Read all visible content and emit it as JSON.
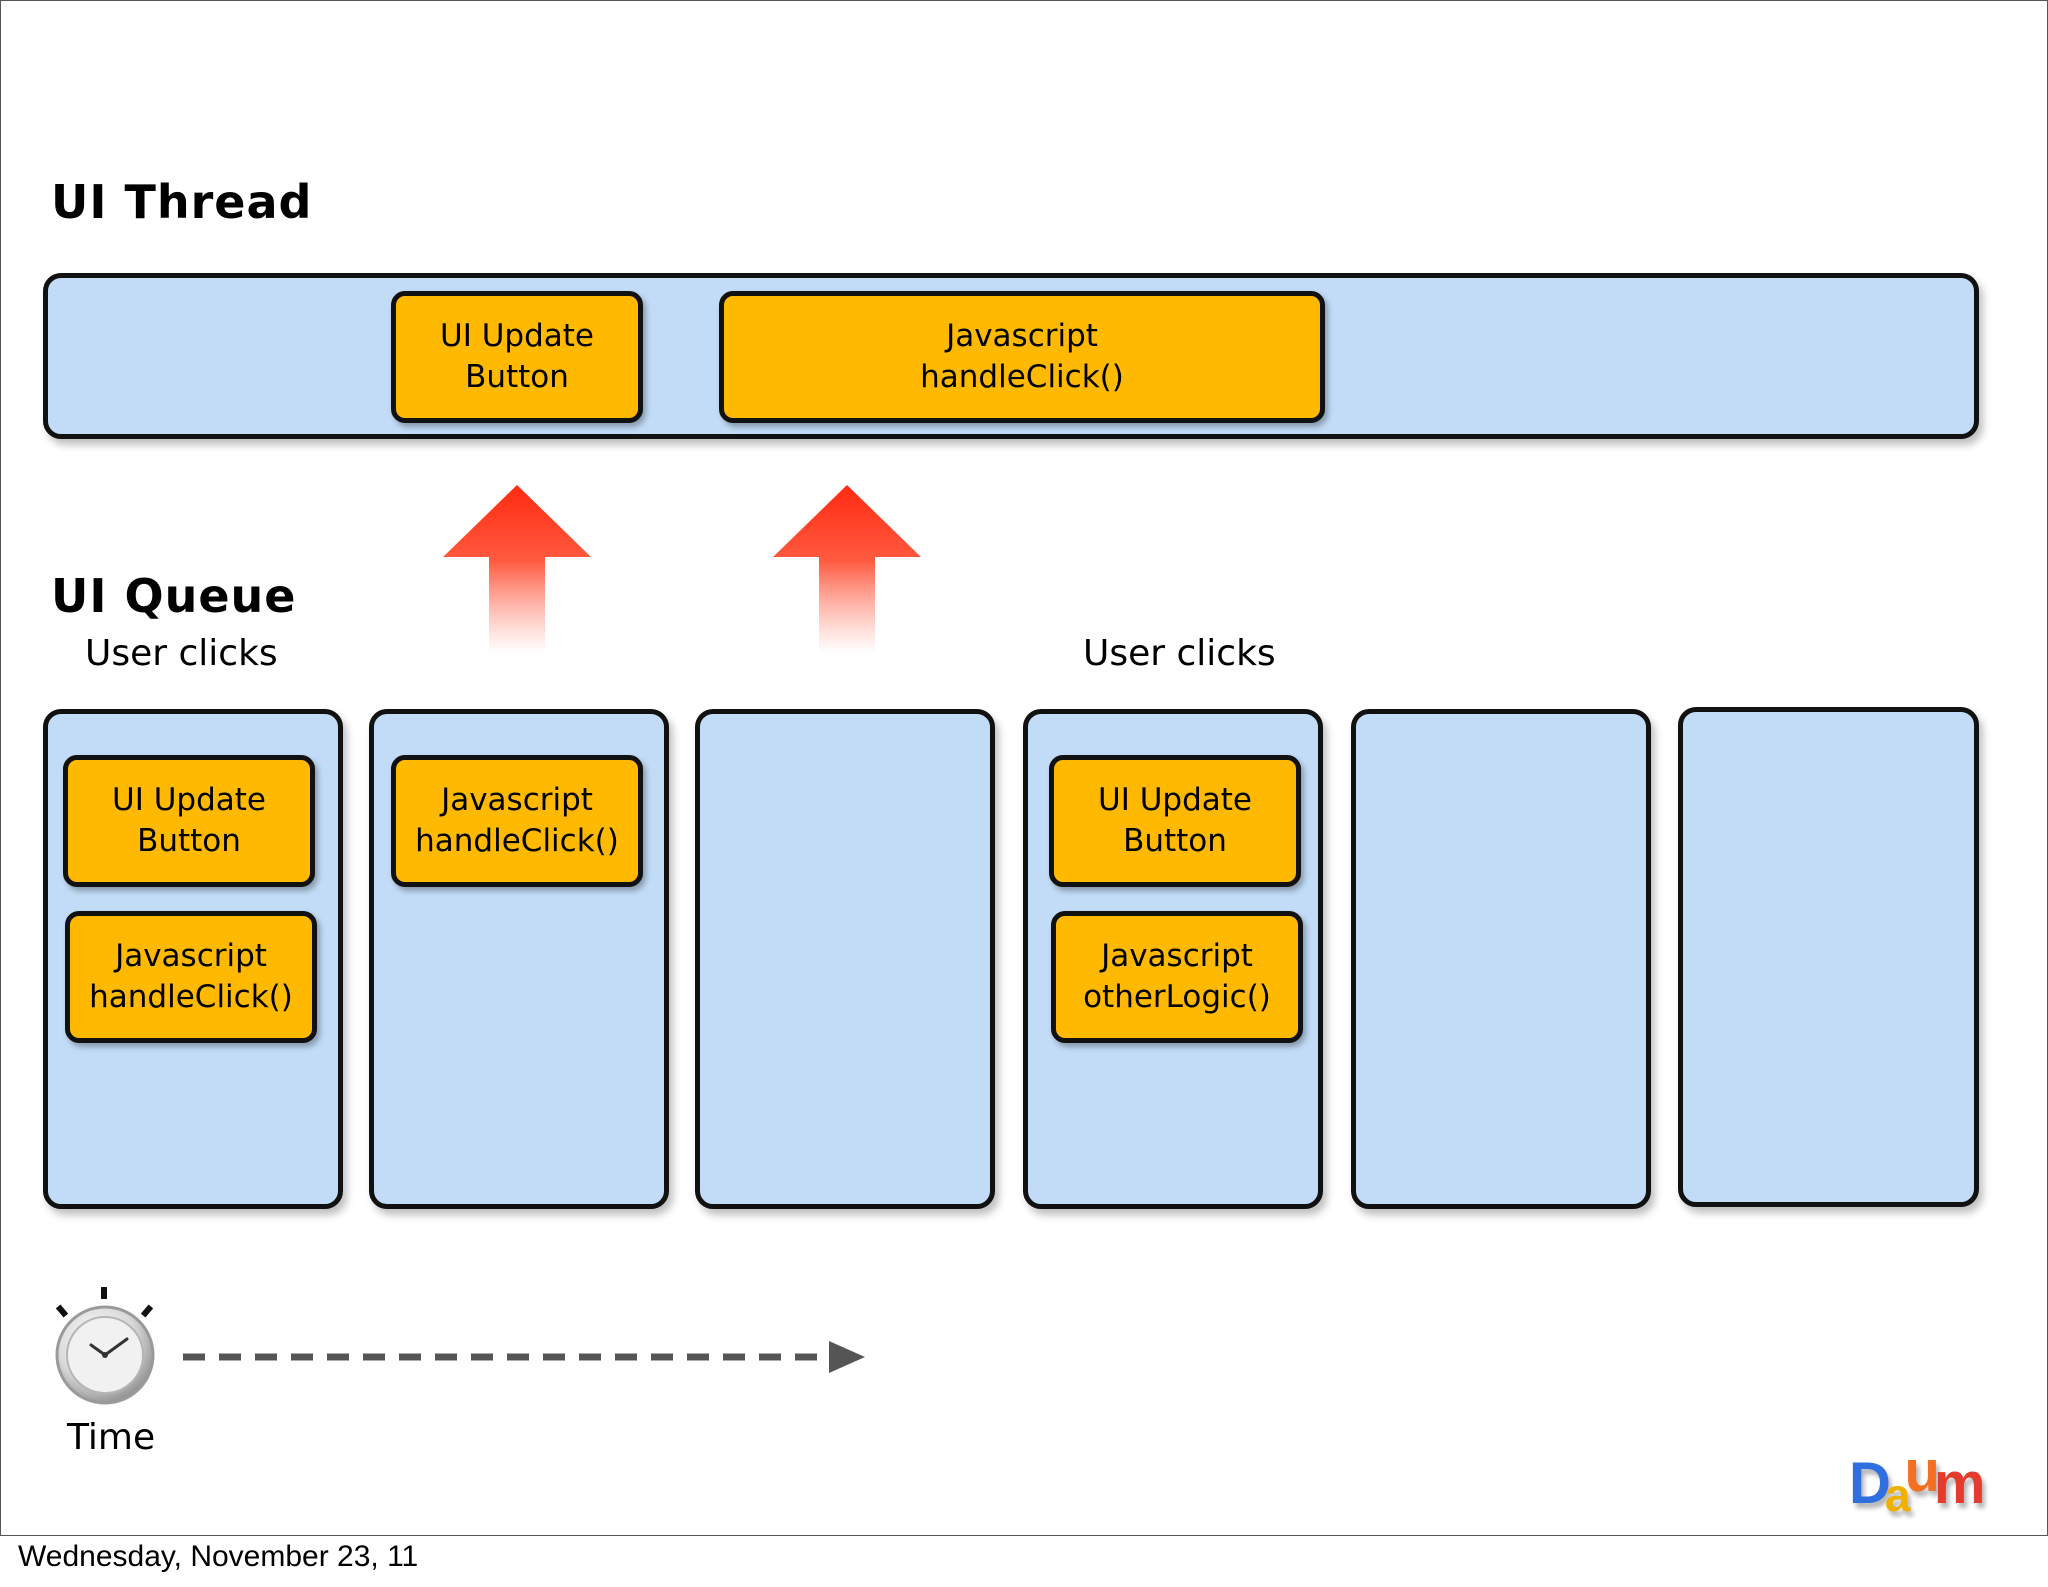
{
  "ui_thread": {
    "heading": "UI Thread",
    "tasks": [
      {
        "line1": "UI Update",
        "line2": "Button"
      },
      {
        "line1": "Javascript",
        "line2": "handleClick()"
      }
    ]
  },
  "ui_queue": {
    "heading": "UI Queue",
    "user_clicks_labels": [
      "User clicks",
      "User clicks"
    ],
    "columns": [
      {
        "tasks": [
          {
            "line1": "UI Update",
            "line2": "Button"
          },
          {
            "line1": "Javascript",
            "line2": "handleClick()"
          }
        ]
      },
      {
        "tasks": [
          {
            "line1": "Javascript",
            "line2": "handleClick()"
          }
        ]
      },
      {
        "tasks": []
      },
      {
        "tasks": [
          {
            "line1": "UI Update",
            "line2": "Button"
          },
          {
            "line1": "Javascript",
            "line2": "otherLogic()"
          }
        ]
      },
      {
        "tasks": []
      },
      {
        "tasks": []
      }
    ]
  },
  "time": {
    "label": "Time"
  },
  "colors": {
    "lane": "#c2dcf7",
    "task": "#ffb900",
    "arrow": "#ff2a10"
  },
  "icons": {
    "clock": "stopwatch-icon",
    "time_arrow": "dashed-arrow-icon",
    "promote_arrow": "up-arrow-icon"
  },
  "logo": {
    "letters": [
      "D",
      "a",
      "u",
      "m"
    ]
  },
  "footer": {
    "date": "Wednesday, November 23, 11"
  }
}
